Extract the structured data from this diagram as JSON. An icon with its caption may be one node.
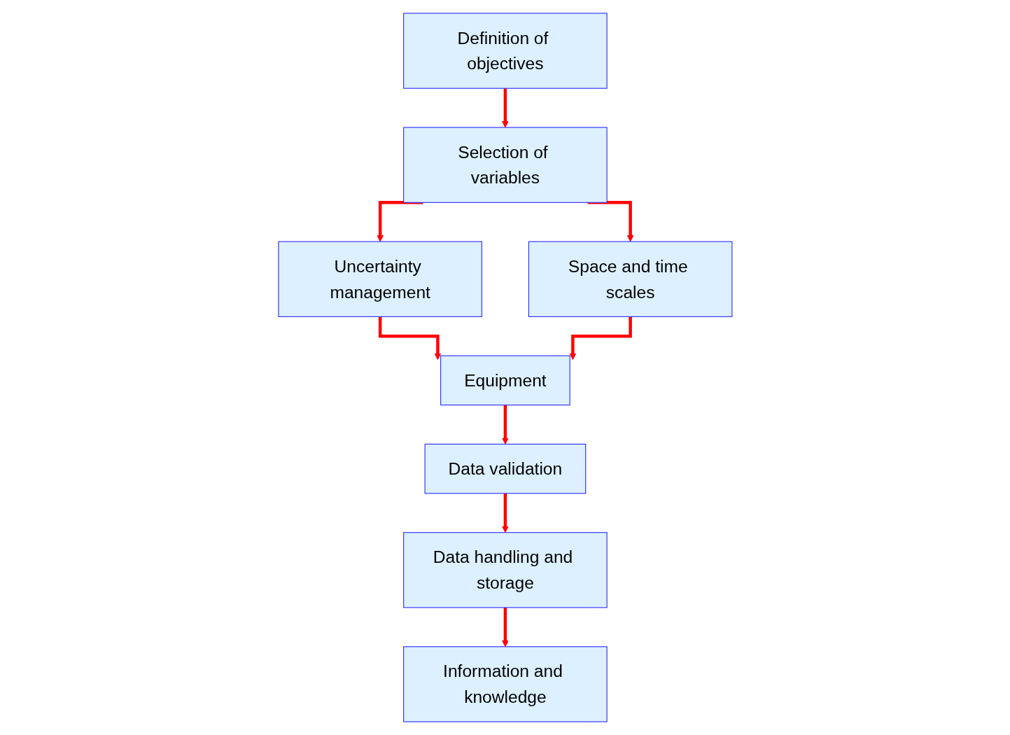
{
  "diagram": {
    "nodes": [
      {
        "text": [
          "Definition of objectives"
        ]
      },
      {
        "text": [
          "Selection of variables"
        ]
      },
      {
        "text": [
          "Uncertainty management"
        ]
      },
      {
        "text": [
          "Space and time scales"
        ]
      },
      {
        "text": [
          "Equipment"
        ]
      },
      {
        "text": [
          "Data validation"
        ]
      },
      {
        "text": [
          "Data handling and storage"
        ]
      },
      {
        "text": [
          "Information and knowledge"
        ]
      }
    ],
    "edges": [
      {
        "from": 0,
        "to": 1,
        "arrow": "to"
      },
      {
        "from": 1,
        "to": 2,
        "arrow": "to"
      },
      {
        "from": 1,
        "to": 3,
        "arrow": "to"
      },
      {
        "from": 2,
        "to": 4,
        "arrow": "to"
      },
      {
        "from": 3,
        "to": 4,
        "arrow": "to"
      },
      {
        "from": 4,
        "to": 5,
        "arrow": "to"
      },
      {
        "from": 5,
        "to": 6,
        "arrow": "to"
      },
      {
        "from": 6,
        "to": 7,
        "arrow": "to"
      }
    ]
  }
}
